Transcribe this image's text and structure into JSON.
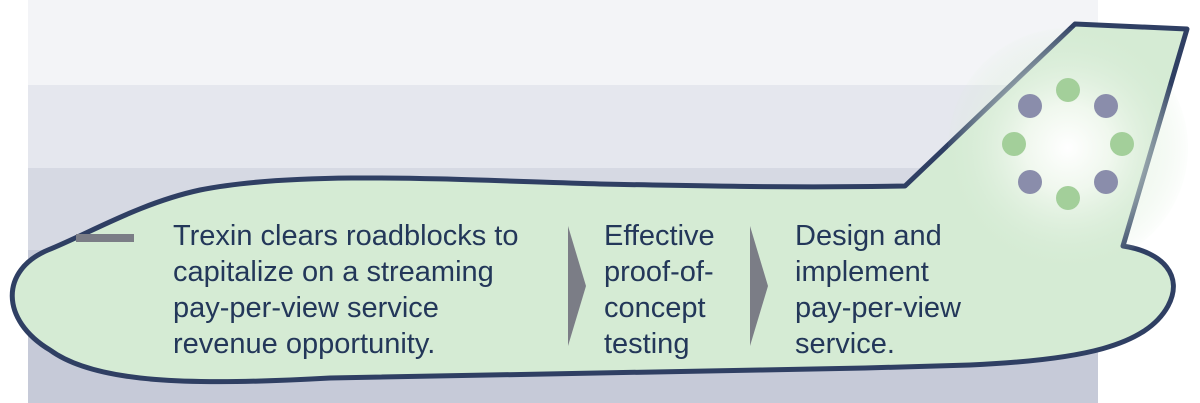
{
  "colors": {
    "fuselage_fill": "#d5ebd4",
    "outline": "#2f3f63",
    "arrow": "#7b7d86",
    "dot_purple": "#8a8dab",
    "dot_green": "#a3cf9a",
    "text": "#233759"
  },
  "steps": [
    {
      "text": "Trexin clears roadblocks to\ncapitalize on a streaming\npay-per-view service\nrevenue opportunity."
    },
    {
      "text": "Effective\nproof-of-\nconcept\ntesting"
    },
    {
      "text": "Design and\nimplement\npay-per-view\nservice."
    }
  ],
  "arrows": [
    {
      "icon": "chevron-right-icon"
    },
    {
      "icon": "chevron-right-icon"
    }
  ],
  "logo_dots": [
    "green",
    "purple",
    "green",
    "purple",
    "green",
    "purple",
    "green",
    "purple"
  ]
}
